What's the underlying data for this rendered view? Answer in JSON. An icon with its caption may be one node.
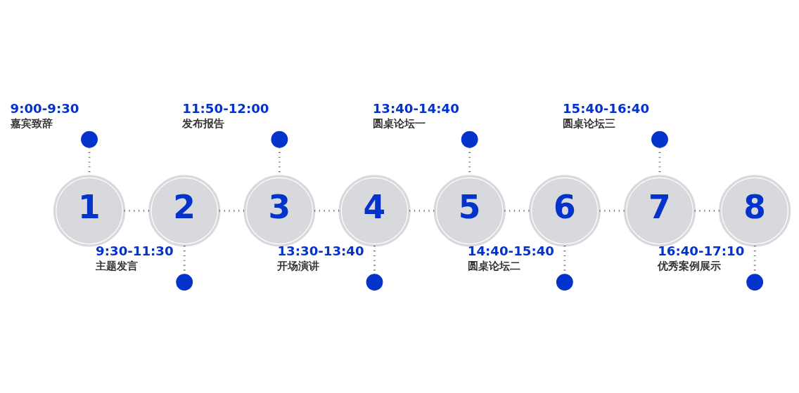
{
  "diagram": {
    "nodes": [
      {
        "text": [
          "1"
        ]
      },
      {
        "text": [
          "2"
        ]
      },
      {
        "text": [
          "3"
        ]
      },
      {
        "text": [
          "4"
        ]
      },
      {
        "text": [
          "5"
        ]
      },
      {
        "text": [
          "6"
        ]
      },
      {
        "text": [
          "7"
        ]
      },
      {
        "text": [
          "8"
        ]
      },
      {
        "text": [],
        "shape": "circle",
        "beside": [
          "9:00-9:30",
          "嘉宾致辞"
        ]
      },
      {
        "text": [],
        "shape": "circle",
        "beside": [
          "9:30-11:30",
          "主题发言"
        ]
      },
      {
        "text": [],
        "shape": "circle",
        "beside": [
          "11:50-12:00",
          "发布报告"
        ]
      },
      {
        "text": [],
        "shape": "circle",
        "beside": [
          "13:30-13:40",
          "开场演讲"
        ]
      },
      {
        "text": [],
        "shape": "circle",
        "beside": [
          "13:40-14:40",
          "圆桌论坛一"
        ]
      },
      {
        "text": [],
        "shape": "circle",
        "beside": [
          "14:40-15:40",
          "圆桌论坛二"
        ]
      },
      {
        "text": [],
        "shape": "circle",
        "beside": [
          "15:40-16:40",
          "圆桌论坛三"
        ]
      },
      {
        "text": [],
        "shape": "circle",
        "beside": [
          "16:40-17:10",
          "优秀案例展示"
        ]
      }
    ],
    "edges": [
      {
        "from": 0,
        "to": 1,
        "arrow": "none",
        "style": "dashed"
      },
      {
        "from": 1,
        "to": 2,
        "arrow": "none",
        "style": "dashed"
      },
      {
        "from": 2,
        "to": 3,
        "arrow": "none",
        "style": "dashed"
      },
      {
        "from": 3,
        "to": 4,
        "arrow": "none",
        "style": "dashed"
      },
      {
        "from": 4,
        "to": 5,
        "arrow": "none",
        "style": "dashed"
      },
      {
        "from": 5,
        "to": 6,
        "arrow": "none",
        "style": "dashed"
      },
      {
        "from": 6,
        "to": 7,
        "arrow": "none",
        "style": "dashed"
      },
      {
        "from": 8,
        "to": 0,
        "arrow": "none",
        "style": "dashed"
      },
      {
        "from": 1,
        "to": 9,
        "arrow": "none",
        "style": "dashed"
      },
      {
        "from": 10,
        "to": 2,
        "arrow": "none",
        "style": "dashed"
      },
      {
        "from": 3,
        "to": 11,
        "arrow": "none",
        "style": "dashed"
      },
      {
        "from": 12,
        "to": 4,
        "arrow": "none",
        "style": "dashed"
      },
      {
        "from": 5,
        "to": 13,
        "arrow": "none",
        "style": "dashed"
      },
      {
        "from": 14,
        "to": 6,
        "arrow": "none",
        "style": "dashed"
      },
      {
        "from": 7,
        "to": 15,
        "arrow": "none",
        "style": "dashed"
      }
    ]
  }
}
